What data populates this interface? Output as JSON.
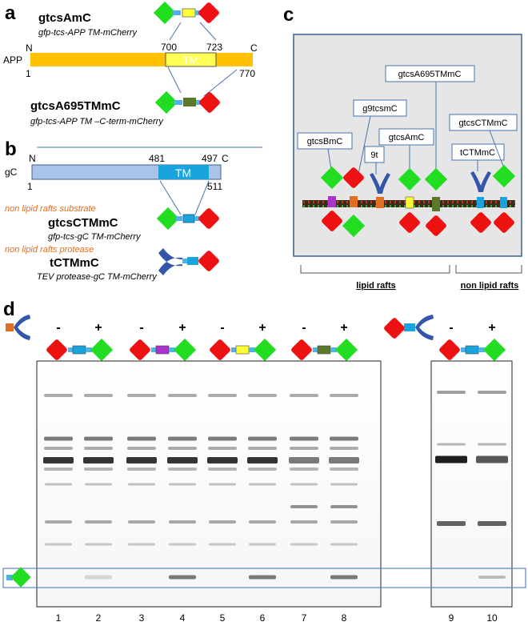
{
  "panel_a": {
    "letter": "a",
    "construct1_name": "gtcsAmC",
    "construct1_desc": "gfp-tcs-APP TM-mCherry",
    "protein_label": "APP",
    "n_label": "N",
    "c_label": "C",
    "tm_label": "TM",
    "pos_start": "1",
    "pos_tm_start": "700",
    "pos_tm_end": "723",
    "pos_end": "770",
    "construct2_name": "gtcsA695TMmC",
    "construct2_desc": "gfp-tcs-APP TM –C-term-mCherry"
  },
  "panel_b": {
    "letter": "b",
    "protein_label": "gC",
    "n_label": "N",
    "c_label": "C",
    "tm_label": "TM",
    "pos_start": "1",
    "pos_tm_start": "481",
    "pos_tm_end": "497",
    "pos_end": "511",
    "substrate_note": "non lipid rafts substrate",
    "construct1_name": "gtcsCTMmC",
    "construct1_desc": "gfp-tcs-gC TM-mCherry",
    "protease_note": "non lipid rafts protease",
    "construct2_name": "tCTMmC",
    "construct2_desc": "TEV protease-gC TM-mCherry"
  },
  "panel_c": {
    "letter": "c",
    "labels": [
      "gtcsA695TMmC",
      "g9tcsmC",
      "gtcsAmC",
      "gtcsBmC",
      "9t",
      "gtcsCTMmC",
      "tCTMmC"
    ],
    "lipid_rafts": "lipid rafts",
    "non_lipid_rafts": "non lipid rafts"
  },
  "panel_d": {
    "letter": "d",
    "signs": [
      "-",
      "+",
      "-",
      "+",
      "-",
      "+",
      "-",
      "+",
      "-",
      "+"
    ],
    "lane_numbers": [
      "1",
      "2",
      "3",
      "4",
      "5",
      "6",
      "7",
      "8",
      "9",
      "10"
    ]
  },
  "colors": {
    "gfp": "#22dd22",
    "mcherry": "#ee1111",
    "app_bar": "#ffc000",
    "tm_yellow": "#ffff44",
    "gc_bar": "#a9c4e8",
    "gc_tm": "#1aa3dd",
    "tev": "#3355aa",
    "panel_c_bg": "#e6e6e6",
    "panel_c_border": "#3e5f8e",
    "note_orange": "#e86a1a",
    "highlight_box": "#5a86c8"
  }
}
